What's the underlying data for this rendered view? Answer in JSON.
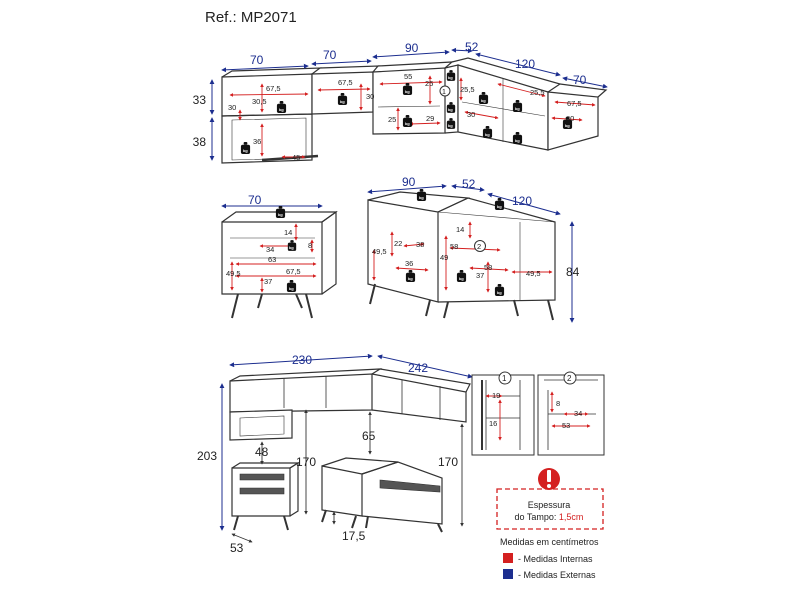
{
  "title": "Ref.: MP2071",
  "top_view": {
    "ext": {
      "w1": "70",
      "w2": "70",
      "w3": "90",
      "w4": "52",
      "w5": "120",
      "w6": "70",
      "h1": "33",
      "h2": "38"
    },
    "int": {
      "a": "67,5",
      "b": "30",
      "c": "30,5",
      "d": "67,5",
      "e": "30",
      "f": "55",
      "g": "25",
      "h": "25",
      "i": "29",
      "j": "25,5",
      "k": "25,5",
      "l": "30",
      "m": "67,5",
      "n": "30",
      "o": "36",
      "p": "45"
    }
  },
  "middle_view": {
    "ext": {
      "w1": "70",
      "w2": "90",
      "w3": "52",
      "w4": "120",
      "h1": "84"
    },
    "int": {
      "a": "14",
      "b": "34",
      "c": "8",
      "d": "63",
      "e": "67,5",
      "f": "49,5",
      "g": "37",
      "h": "22",
      "i": "38",
      "j": "49,5",
      "k": "36",
      "l": "14",
      "m": "58",
      "n": "49",
      "o": "58",
      "p": "37",
      "q": "49,5"
    }
  },
  "bottom_view": {
    "ext": {
      "w1": "230",
      "w2": "242",
      "h1": "203",
      "h2": "48",
      "h3": "170",
      "h4": "65",
      "h5": "170",
      "d1": "53",
      "d2": "17,5"
    }
  },
  "details": {
    "d1": {
      "badge": "1",
      "m1": "19",
      "m2": "16"
    },
    "d2": {
      "badge": "2",
      "m1": "8",
      "m2": "34",
      "m3": "53"
    }
  },
  "warning": {
    "line1": "Espessura",
    "line2_prefix": "do Tampo: ",
    "line2_value": "1,5cm"
  },
  "legend": {
    "title": "Medidas em centímetros",
    "internal": "- Medidas Internas",
    "external": "- Medidas Externas"
  },
  "weight_icon_text": "kg",
  "colors": {
    "external": "#1c2e8f",
    "internal": "#d42020",
    "warning": "#d42020",
    "line": "#333333"
  }
}
